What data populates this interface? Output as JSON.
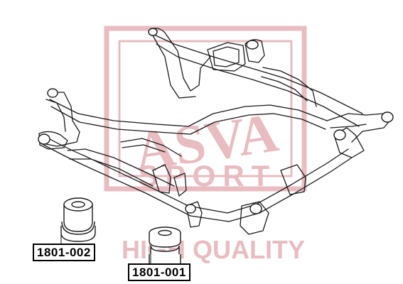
{
  "watermark": {
    "brand_text": "ASVA",
    "sub_text": "SPORT",
    "quality_text": "HIGH QUALITY",
    "color": "#e8bcc1"
  },
  "parts": [
    {
      "part_number": "1801-002"
    },
    {
      "part_number": "1801-001"
    }
  ],
  "colors": {
    "line": "#1a1a1a",
    "background": "#ffffff"
  }
}
